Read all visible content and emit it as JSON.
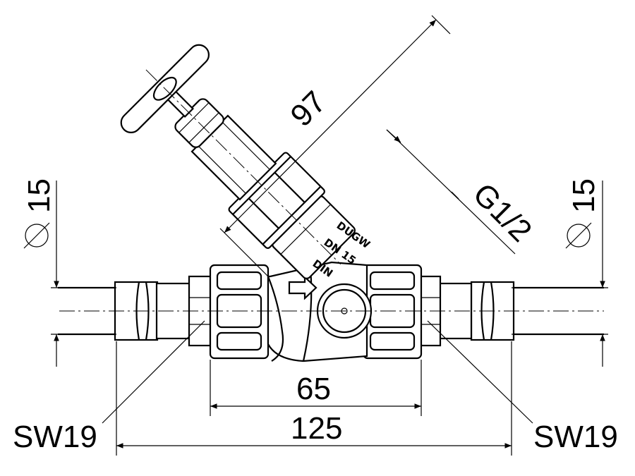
{
  "dimensions": {
    "length_overall": "125",
    "body_length": "65",
    "spindle_length": "97",
    "thread": "G1/2",
    "diameter_left": "15",
    "diameter_right": "15",
    "wrench_left": "SW19",
    "wrench_right": "SW19"
  },
  "engraving": {
    "line1": "DUGW",
    "line2": "DN 15",
    "line3": "DIN"
  },
  "symbols": {
    "diameter": "⌀"
  }
}
